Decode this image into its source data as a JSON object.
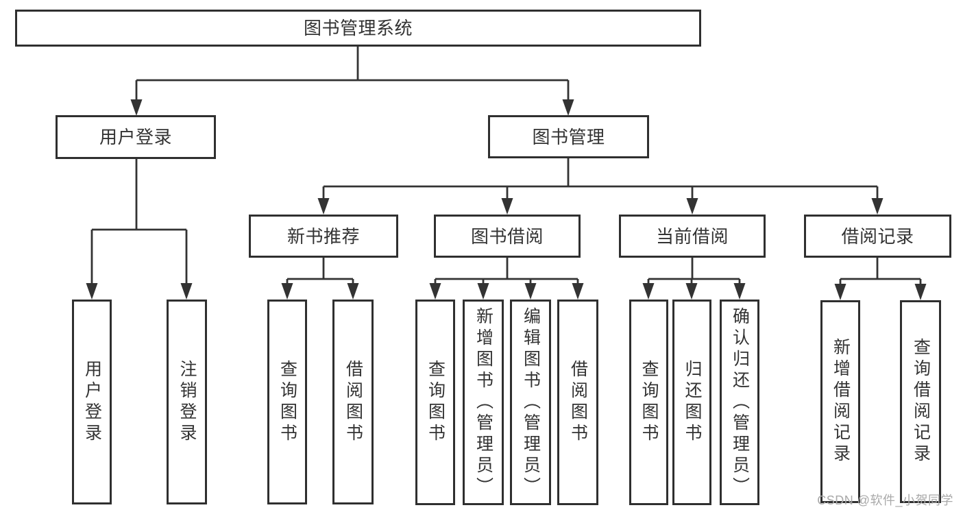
{
  "watermark": "CSDN @软件_小贺同学",
  "colors": {
    "background": "#ffffff",
    "box_border": "#2f2f2f",
    "connector_line": "#333333",
    "text": "#333333",
    "watermark_text": "#a9a9a9"
  },
  "tree": {
    "root": "图书管理系统",
    "branches": [
      {
        "label": "用户登录",
        "children": [
          {
            "label": "用户登录"
          },
          {
            "label": "注销登录"
          }
        ]
      },
      {
        "label": "图书管理",
        "children": [
          {
            "label": "新书推荐",
            "children": [
              {
                "label": "查询图书"
              },
              {
                "label": "借阅图书"
              }
            ]
          },
          {
            "label": "图书借阅",
            "children": [
              {
                "label": "查询图书"
              },
              {
                "label": "新增图书（管理员）"
              },
              {
                "label": "编辑图书（管理员）"
              },
              {
                "label": "借阅图书"
              }
            ]
          },
          {
            "label": "当前借阅",
            "children": [
              {
                "label": "查询图书"
              },
              {
                "label": "归还图书"
              },
              {
                "label": "确认归还（管理员）"
              }
            ]
          },
          {
            "label": "借阅记录",
            "children": [
              {
                "label": "新增借阅记录"
              },
              {
                "label": "查询借阅记录"
              }
            ]
          }
        ]
      }
    ]
  }
}
